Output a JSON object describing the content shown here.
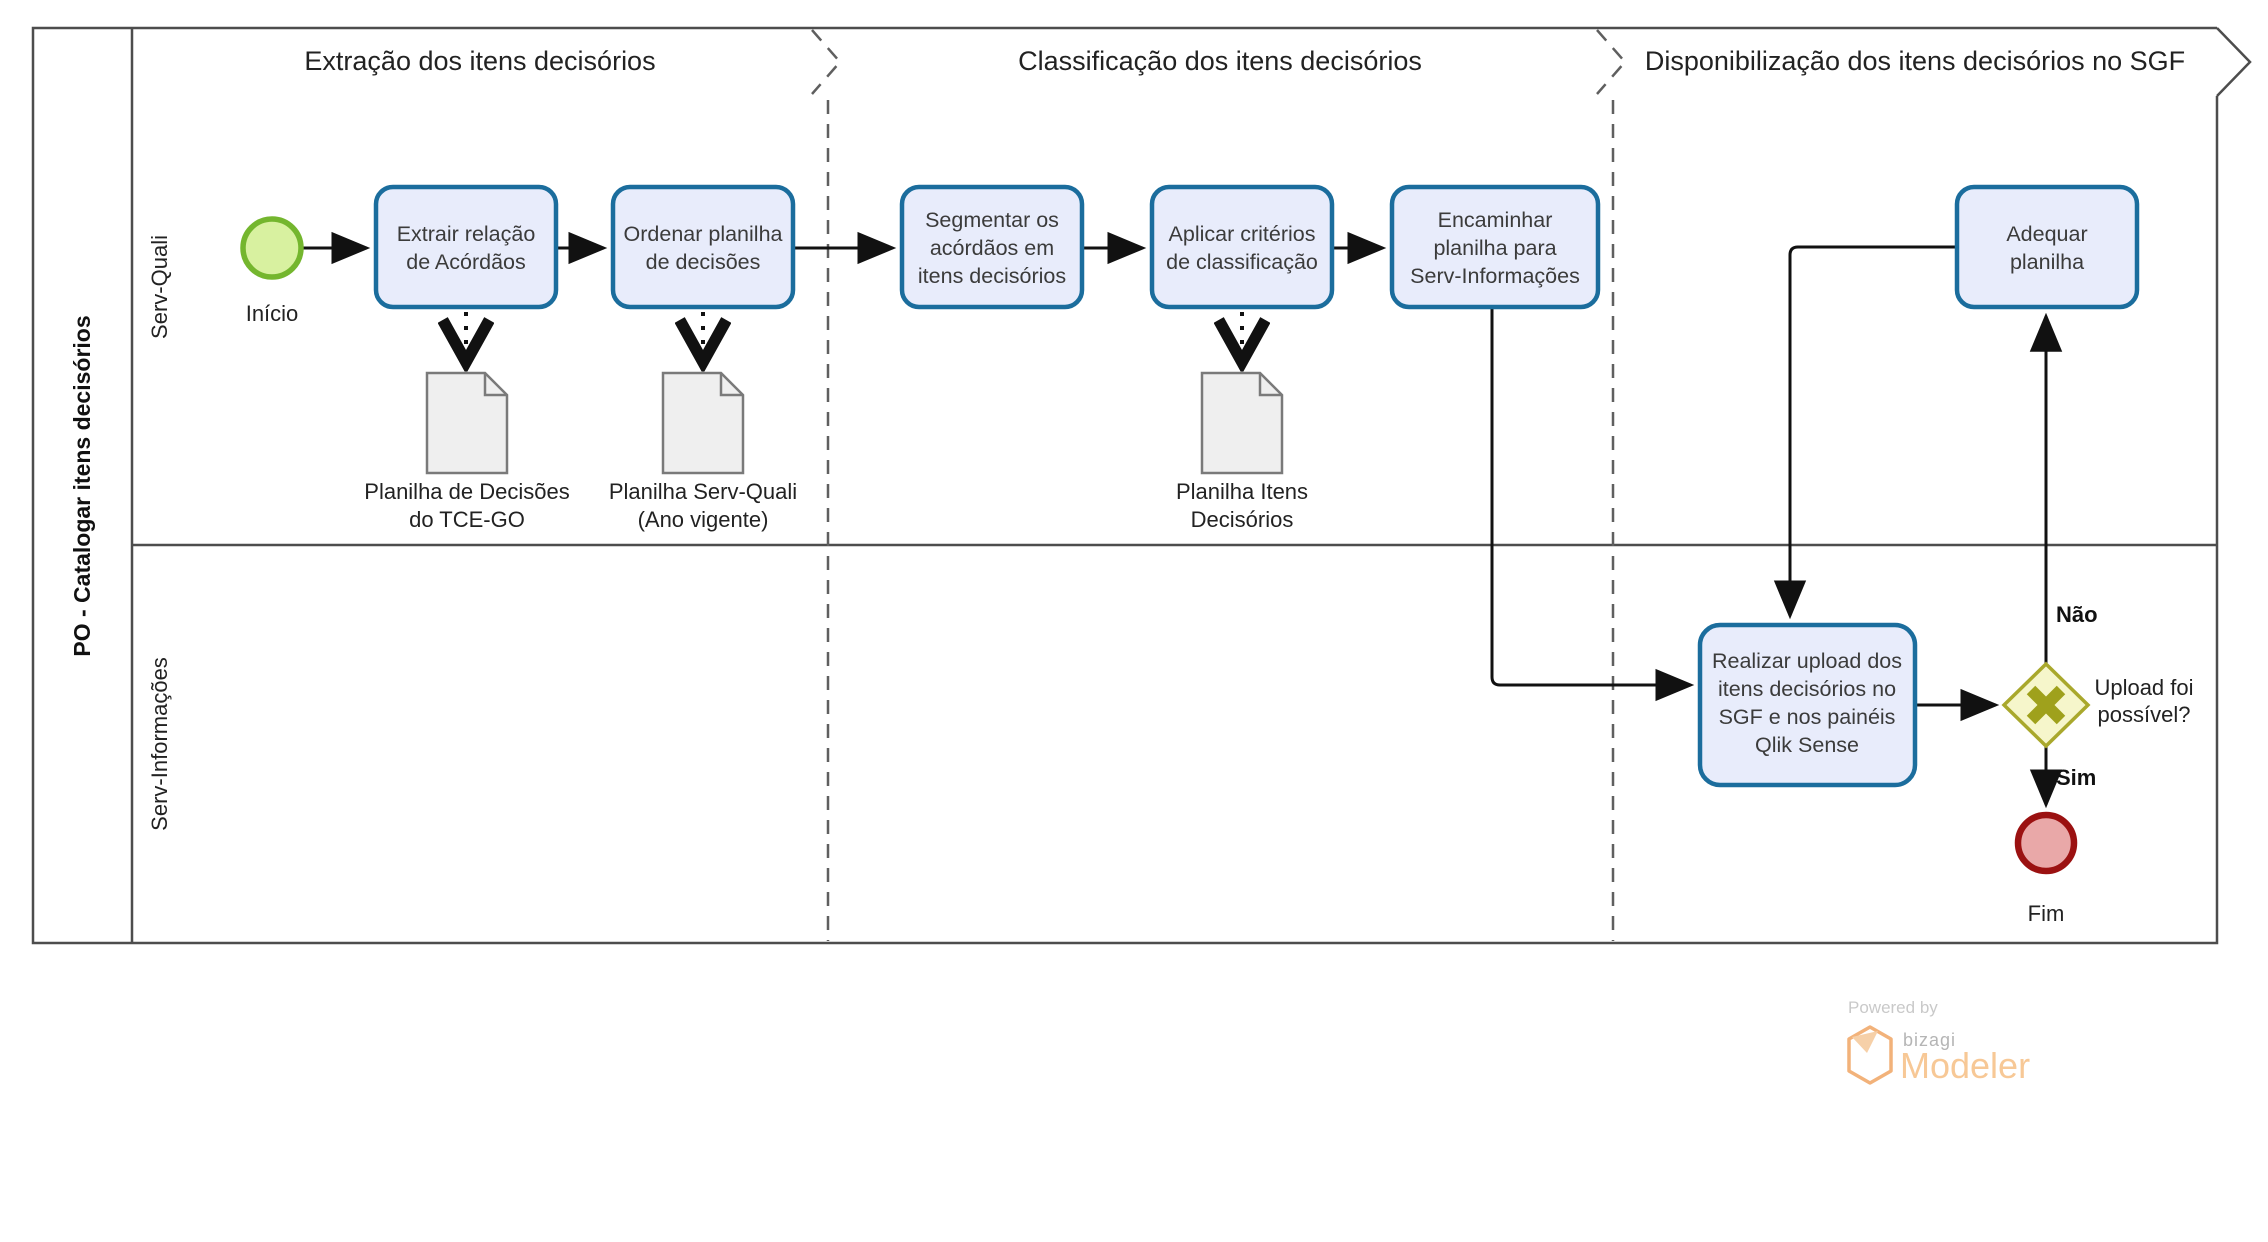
{
  "pool": {
    "title": "PO - Catalogar itens decisórios"
  },
  "lanes": [
    {
      "label": "Serv-Quali"
    },
    {
      "label": "Serv-Informações"
    }
  ],
  "phases": [
    {
      "label": "Extração dos itens decisórios"
    },
    {
      "label": "Classificação dos itens decisórios"
    },
    {
      "label": "Disponibilização dos itens decisórios no SGF"
    }
  ],
  "events": {
    "start": {
      "label": "Início"
    },
    "end": {
      "label": "Fim"
    }
  },
  "tasks": {
    "extrair": [
      "Extrair relação",
      "de Acórdãos"
    ],
    "ordenar": [
      "Ordenar planilha",
      "de decisões"
    ],
    "segmentar": [
      "Segmentar os",
      "acórdãos em",
      "itens decisórios"
    ],
    "aplicar": [
      "Aplicar critérios",
      "de classificação"
    ],
    "encaminhar": [
      "Encaminhar",
      "planilha para",
      "Serv-Informações"
    ],
    "adequar": [
      "Adequar",
      "planilha"
    ],
    "upload": [
      "Realizar upload dos",
      "itens decisórios no",
      "SGF e nos painéis",
      "Qlik Sense"
    ]
  },
  "data_objects": {
    "decisoes": [
      "Planilha de Decisões",
      "do TCE-GO"
    ],
    "servquali": [
      "Planilha Serv-Quali",
      "(Ano vigente)"
    ],
    "itens": [
      "Planilha Itens",
      "Decisórios"
    ]
  },
  "gateway": {
    "question": [
      "Upload foi",
      "possível?"
    ],
    "no": "Não",
    "yes": "Sim"
  },
  "branding": {
    "powered_by": "Powered by",
    "brand": "bizagi",
    "product": "Modeler"
  },
  "colors": {
    "task_fill": "#e8ecfb",
    "task_border": "#1b6d9d",
    "task_text": "#3b3b3b",
    "start_fill": "#d8f1a0",
    "start_border": "#74b62e",
    "end_fill": "#e9a8a8",
    "end_border": "#9b1111",
    "gateway_fill": "#f6f6cb",
    "gateway_border": "#a9a82c",
    "gateway_x": "#9fa11c",
    "doc_fill": "#efefef",
    "doc_border": "#7a7a7a",
    "line": "#111111",
    "pool_border": "#4d4d4d",
    "divider": "#5f5f5f",
    "text": "#222222",
    "logo_orange": "#f7c896",
    "logo_gray": "#b5b5b5",
    "powered_gray": "#c9c9c9"
  }
}
